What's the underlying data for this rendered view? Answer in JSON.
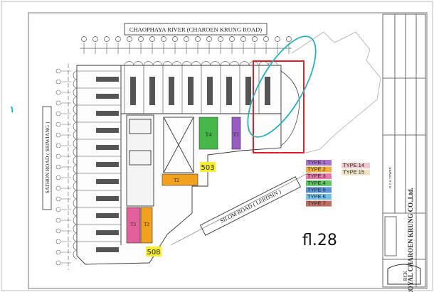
{
  "drawing": {
    "river_label": "CHAOPHAYA RIVER  (CHAROEN KRUNG ROAD)",
    "left_road_label": "SATHON ROAD ( SRIWIANG )",
    "bottom_road_label": "SILOM ROAD ( LERDSIN )",
    "floor_note": "fl.28",
    "unit_markers": [
      {
        "label": "503",
        "color": "#f5ef2a"
      },
      {
        "label": "508",
        "color": "#f5ef2a"
      }
    ],
    "units": [
      {
        "label": "T4",
        "color": "#46b84a"
      },
      {
        "label": "T1",
        "color": "#9a5bc4"
      },
      {
        "label": "T2",
        "color": "#f0a21e"
      },
      {
        "label": "T3",
        "color": "#e2619b"
      },
      {
        "label": "T2",
        "color": "#f0a21e"
      }
    ],
    "highlight_box_color": "#e01f26",
    "circle_mark_color": "#2bb0b8"
  },
  "legend": {
    "items": [
      {
        "label": "TYPE 1",
        "color": "#9a5bc4"
      },
      {
        "label": "TYPE 2",
        "color": "#f0a21e"
      },
      {
        "label": "TYPE 3",
        "color": "#e2619b"
      },
      {
        "label": "TYPE 4",
        "color": "#46b84a"
      },
      {
        "label": "TYPE 5",
        "color": "#3f7fd0"
      },
      {
        "label": "TYPE 6",
        "color": "#5bb4e8"
      },
      {
        "label": "TYPE 7",
        "color": "#b4534a"
      }
    ],
    "extra": [
      {
        "label": "TYPE 14",
        "color": "#f3c7cf"
      },
      {
        "label": "TYPE 15",
        "color": "#efe3c4"
      }
    ]
  },
  "title_block": {
    "company": "ROYAL CHAROEN KRUNG CO.,Ltd.",
    "project": "R C K  TOWER",
    "logo_text": "RCK"
  }
}
